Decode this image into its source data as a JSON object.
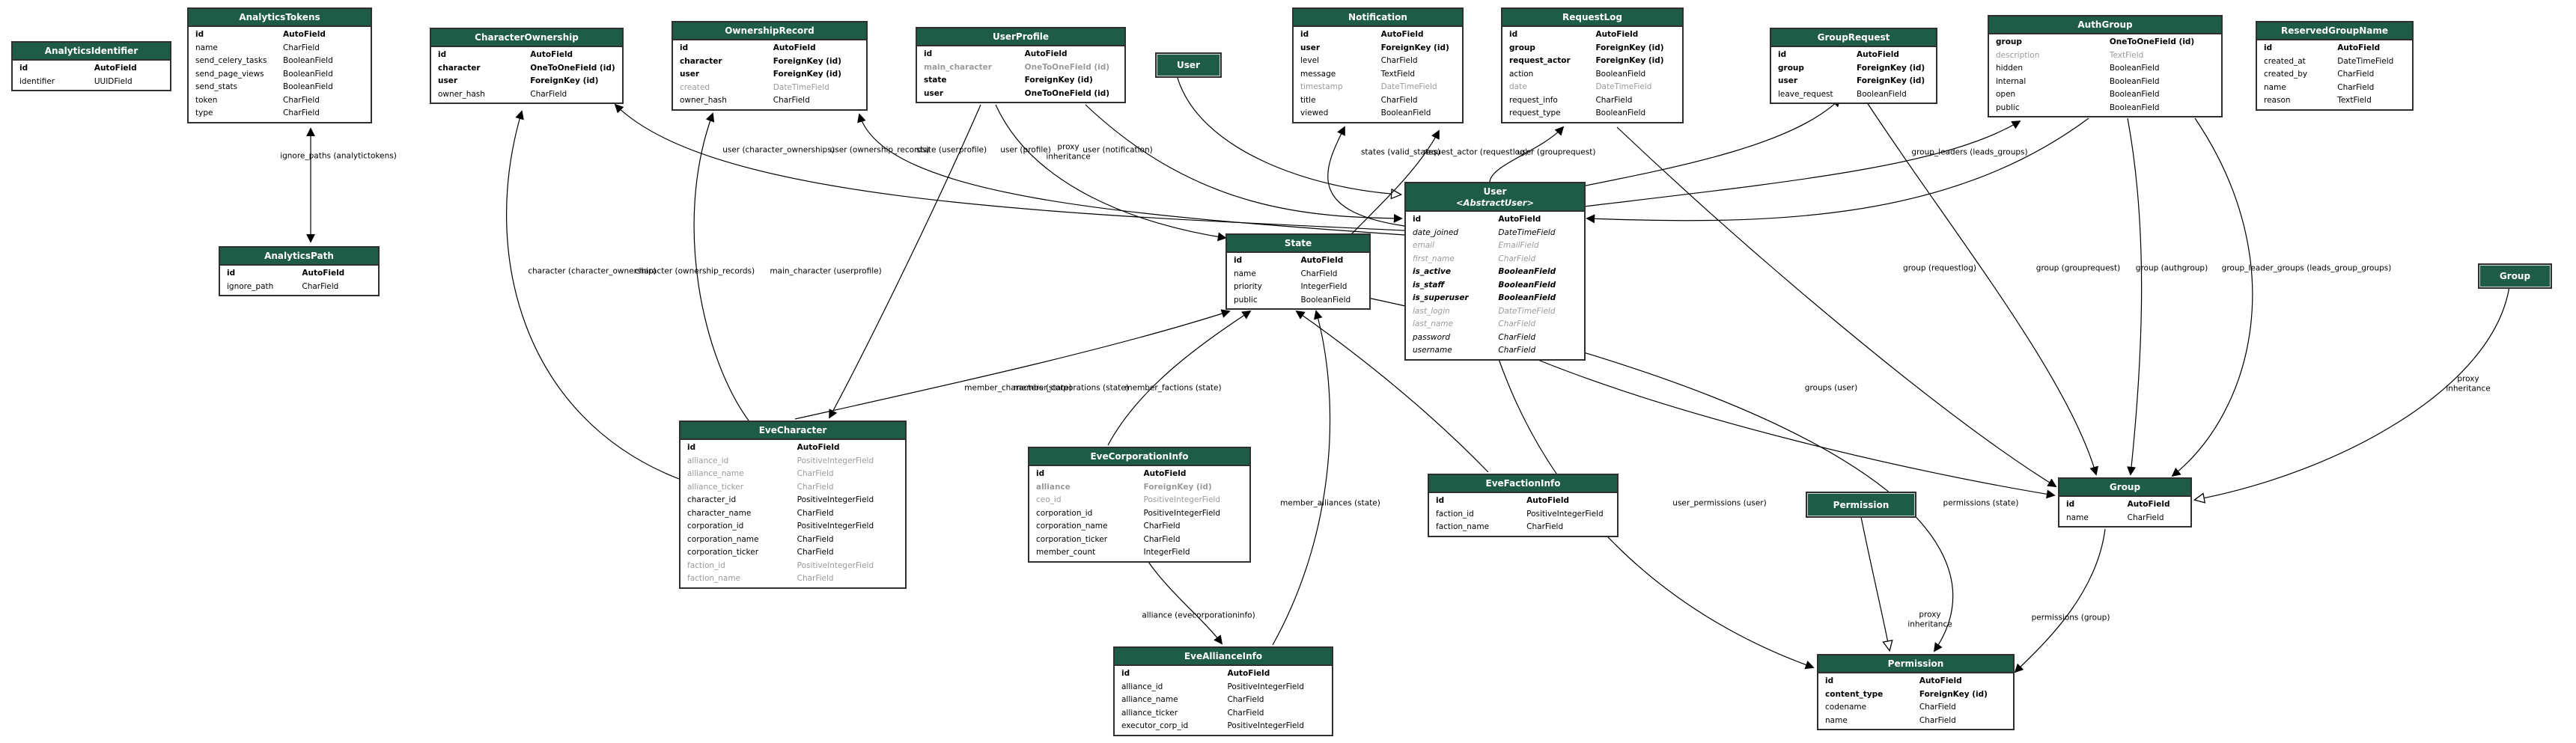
{
  "colors": {
    "header_bg": "#1e5c48",
    "header_text": "#ffffff",
    "muted_text": "#9a9a9a",
    "edge": "#000000"
  },
  "entities": {
    "analytics_identifier": {
      "title": "AnalyticsIdentifier",
      "fields": [
        {
          "name": "id",
          "type": "AutoField",
          "style": "bold"
        },
        {
          "name": "identifier",
          "type": "UUIDField",
          "style": "normal"
        }
      ]
    },
    "analytics_tokens": {
      "title": "AnalyticsTokens",
      "fields": [
        {
          "name": "id",
          "type": "AutoField",
          "style": "bold"
        },
        {
          "name": "name",
          "type": "CharField",
          "style": "normal"
        },
        {
          "name": "send_celery_tasks",
          "type": "BooleanField",
          "style": "normal"
        },
        {
          "name": "send_page_views",
          "type": "BooleanField",
          "style": "normal"
        },
        {
          "name": "send_stats",
          "type": "BooleanField",
          "style": "normal"
        },
        {
          "name": "token",
          "type": "CharField",
          "style": "normal"
        },
        {
          "name": "type",
          "type": "CharField",
          "style": "normal"
        }
      ]
    },
    "character_ownership": {
      "title": "CharacterOwnership",
      "fields": [
        {
          "name": "id",
          "type": "AutoField",
          "style": "bold"
        },
        {
          "name": "character",
          "type": "OneToOneField (id)",
          "style": "bold"
        },
        {
          "name": "user",
          "type": "ForeignKey (id)",
          "style": "bold"
        },
        {
          "name": "owner_hash",
          "type": "CharField",
          "style": "normal"
        }
      ]
    },
    "ownership_record": {
      "title": "OwnershipRecord",
      "fields": [
        {
          "name": "id",
          "type": "AutoField",
          "style": "bold"
        },
        {
          "name": "character",
          "type": "ForeignKey (id)",
          "style": "bold"
        },
        {
          "name": "user",
          "type": "ForeignKey (id)",
          "style": "bold"
        },
        {
          "name": "created",
          "type": "DateTimeField",
          "style": "gray"
        },
        {
          "name": "owner_hash",
          "type": "CharField",
          "style": "normal"
        }
      ]
    },
    "user_profile": {
      "title": "UserProfile",
      "fields": [
        {
          "name": "id",
          "type": "AutoField",
          "style": "bold"
        },
        {
          "name": "main_character",
          "type": "OneToOneField (id)",
          "style": "gray-bold"
        },
        {
          "name": "state",
          "type": "ForeignKey (id)",
          "style": "bold"
        },
        {
          "name": "user",
          "type": "OneToOneField (id)",
          "style": "bold"
        }
      ]
    },
    "notification": {
      "title": "Notification",
      "fields": [
        {
          "name": "id",
          "type": "AutoField",
          "style": "bold"
        },
        {
          "name": "user",
          "type": "ForeignKey (id)",
          "style": "bold"
        },
        {
          "name": "level",
          "type": "CharField",
          "style": "normal"
        },
        {
          "name": "message",
          "type": "TextField",
          "style": "normal"
        },
        {
          "name": "timestamp",
          "type": "DateTimeField",
          "style": "gray"
        },
        {
          "name": "title",
          "type": "CharField",
          "style": "normal"
        },
        {
          "name": "viewed",
          "type": "BooleanField",
          "style": "normal"
        }
      ]
    },
    "request_log": {
      "title": "RequestLog",
      "fields": [
        {
          "name": "id",
          "type": "AutoField",
          "style": "bold"
        },
        {
          "name": "group",
          "type": "ForeignKey (id)",
          "style": "bold"
        },
        {
          "name": "request_actor",
          "type": "ForeignKey (id)",
          "style": "bold"
        },
        {
          "name": "action",
          "type": "BooleanField",
          "style": "normal"
        },
        {
          "name": "date",
          "type": "DateTimeField",
          "style": "gray"
        },
        {
          "name": "request_info",
          "type": "CharField",
          "style": "normal"
        },
        {
          "name": "request_type",
          "type": "BooleanField",
          "style": "normal"
        }
      ]
    },
    "group_request": {
      "title": "GroupRequest",
      "fields": [
        {
          "name": "id",
          "type": "AutoField",
          "style": "bold"
        },
        {
          "name": "group",
          "type": "ForeignKey (id)",
          "style": "bold"
        },
        {
          "name": "user",
          "type": "ForeignKey (id)",
          "style": "bold"
        },
        {
          "name": "leave_request",
          "type": "BooleanField",
          "style": "normal"
        }
      ]
    },
    "auth_group": {
      "title": "AuthGroup",
      "fields": [
        {
          "name": "group",
          "type": "OneToOneField (id)",
          "style": "bold"
        },
        {
          "name": "description",
          "type": "TextField",
          "style": "gray"
        },
        {
          "name": "hidden",
          "type": "BooleanField",
          "style": "normal"
        },
        {
          "name": "internal",
          "type": "BooleanField",
          "style": "normal"
        },
        {
          "name": "open",
          "type": "BooleanField",
          "style": "normal"
        },
        {
          "name": "public",
          "type": "BooleanField",
          "style": "normal"
        }
      ]
    },
    "reserved_group_name": {
      "title": "ReservedGroupName",
      "fields": [
        {
          "name": "id",
          "type": "AutoField",
          "style": "bold"
        },
        {
          "name": "created_at",
          "type": "DateTimeField",
          "style": "normal"
        },
        {
          "name": "created_by",
          "type": "CharField",
          "style": "normal"
        },
        {
          "name": "name",
          "type": "CharField",
          "style": "normal"
        },
        {
          "name": "reason",
          "type": "TextField",
          "style": "normal"
        }
      ]
    },
    "analytics_path": {
      "title": "AnalyticsPath",
      "fields": [
        {
          "name": "id",
          "type": "AutoField",
          "style": "bold"
        },
        {
          "name": "ignore_path",
          "type": "CharField",
          "style": "normal"
        }
      ]
    },
    "state": {
      "title": "State",
      "fields": [
        {
          "name": "id",
          "type": "AutoField",
          "style": "bold"
        },
        {
          "name": "name",
          "type": "CharField",
          "style": "normal"
        },
        {
          "name": "priority",
          "type": "IntegerField",
          "style": "normal"
        },
        {
          "name": "public",
          "type": "BooleanField",
          "style": "normal"
        }
      ]
    },
    "user_abstract": {
      "title": "User",
      "subtitle": "<AbstractUser>",
      "fields": [
        {
          "name": "id",
          "type": "AutoField",
          "style": "bold"
        },
        {
          "name": "date_joined",
          "type": "DateTimeField",
          "style": "italic"
        },
        {
          "name": "email",
          "type": "EmailField",
          "style": "gray-italic"
        },
        {
          "name": "first_name",
          "type": "CharField",
          "style": "gray-italic"
        },
        {
          "name": "is_active",
          "type": "BooleanField",
          "style": "bold-italic"
        },
        {
          "name": "is_staff",
          "type": "BooleanField",
          "style": "bold-italic"
        },
        {
          "name": "is_superuser",
          "type": "BooleanField",
          "style": "bold-italic"
        },
        {
          "name": "last_login",
          "type": "DateTimeField",
          "style": "gray-italic"
        },
        {
          "name": "last_name",
          "type": "CharField",
          "style": "gray-italic"
        },
        {
          "name": "password",
          "type": "CharField",
          "style": "italic"
        },
        {
          "name": "username",
          "type": "CharField",
          "style": "italic"
        }
      ]
    },
    "eve_character": {
      "title": "EveCharacter",
      "fields": [
        {
          "name": "id",
          "type": "AutoField",
          "style": "bold"
        },
        {
          "name": "alliance_id",
          "type": "PositiveIntegerField",
          "style": "gray"
        },
        {
          "name": "alliance_name",
          "type": "CharField",
          "style": "gray"
        },
        {
          "name": "alliance_ticker",
          "type": "CharField",
          "style": "gray"
        },
        {
          "name": "character_id",
          "type": "PositiveIntegerField",
          "style": "normal"
        },
        {
          "name": "character_name",
          "type": "CharField",
          "style": "normal"
        },
        {
          "name": "corporation_id",
          "type": "PositiveIntegerField",
          "style": "normal"
        },
        {
          "name": "corporation_name",
          "type": "CharField",
          "style": "normal"
        },
        {
          "name": "corporation_ticker",
          "type": "CharField",
          "style": "normal"
        },
        {
          "name": "faction_id",
          "type": "PositiveIntegerField",
          "style": "gray"
        },
        {
          "name": "faction_name",
          "type": "CharField",
          "style": "gray"
        }
      ]
    },
    "eve_corporation_info": {
      "title": "EveCorporationInfo",
      "fields": [
        {
          "name": "id",
          "type": "AutoField",
          "style": "bold"
        },
        {
          "name": "alliance",
          "type": "ForeignKey (id)",
          "style": "gray-bold"
        },
        {
          "name": "ceo_id",
          "type": "PositiveIntegerField",
          "style": "gray"
        },
        {
          "name": "corporation_id",
          "type": "PositiveIntegerField",
          "style": "normal"
        },
        {
          "name": "corporation_name",
          "type": "CharField",
          "style": "normal"
        },
        {
          "name": "corporation_ticker",
          "type": "CharField",
          "style": "normal"
        },
        {
          "name": "member_count",
          "type": "IntegerField",
          "style": "normal"
        }
      ]
    },
    "eve_faction_info": {
      "title": "EveFactionInfo",
      "fields": [
        {
          "name": "id",
          "type": "AutoField",
          "style": "bold"
        },
        {
          "name": "faction_id",
          "type": "PositiveIntegerField",
          "style": "normal"
        },
        {
          "name": "faction_name",
          "type": "CharField",
          "style": "normal"
        }
      ]
    },
    "group_table": {
      "title": "Group",
      "fields": [
        {
          "name": "id",
          "type": "AutoField",
          "style": "bold"
        },
        {
          "name": "name",
          "type": "CharField",
          "style": "normal"
        }
      ]
    },
    "eve_alliance_info": {
      "title": "EveAllianceInfo",
      "fields": [
        {
          "name": "id",
          "type": "AutoField",
          "style": "bold"
        },
        {
          "name": "alliance_id",
          "type": "PositiveIntegerField",
          "style": "normal"
        },
        {
          "name": "alliance_name",
          "type": "CharField",
          "style": "normal"
        },
        {
          "name": "alliance_ticker",
          "type": "CharField",
          "style": "normal"
        },
        {
          "name": "executor_corp_id",
          "type": "PositiveIntegerField",
          "style": "normal"
        }
      ]
    },
    "permission_table": {
      "title": "Permission",
      "fields": [
        {
          "name": "id",
          "type": "AutoField",
          "style": "bold"
        },
        {
          "name": "content_type",
          "type": "ForeignKey (id)",
          "style": "bold"
        },
        {
          "name": "codename",
          "type": "CharField",
          "style": "normal"
        },
        {
          "name": "name",
          "type": "CharField",
          "style": "normal"
        }
      ]
    }
  },
  "proxies": {
    "user_proxy": {
      "title": "User"
    },
    "permission_proxy": {
      "title": "Permission"
    },
    "group_proxy": {
      "title": "Group"
    }
  },
  "edge_labels": {
    "ignore_paths": {
      "text": "ignore_paths (analytictokens)"
    },
    "user_character_ownerships": {
      "text": "user (character_ownerships)"
    },
    "user_ownership_records": {
      "text": "user (ownership_records)"
    },
    "state_userprofile": {
      "text": "state (userprofile)"
    },
    "user_profile": {
      "text": "user (profile)"
    },
    "proxy_inheritance_user": {
      "text": "proxy\ninheritance"
    },
    "user_notification": {
      "text": "user (notification)"
    },
    "states_valid_states": {
      "text": "states (valid_states)"
    },
    "request_actor_requestlog": {
      "text": "request_actor (requestlog)"
    },
    "user_grouprequest": {
      "text": "user (grouprequest)"
    },
    "group_leaders_leads_groups": {
      "text": "group_leaders (leads_groups)"
    },
    "character_character_ownership": {
      "text": "character (character_ownership)"
    },
    "character_ownership_records": {
      "text": "character (ownership_records)"
    },
    "main_character_userprofile": {
      "text": "main_character (userprofile)"
    },
    "group_requestlog": {
      "text": "group (requestlog)"
    },
    "group_grouprequest": {
      "text": "group (grouprequest)"
    },
    "group_authgroup": {
      "text": "group (authgroup)"
    },
    "group_leader_groups": {
      "text": "group_leader_groups (leads_group_groups)"
    },
    "member_characters_state": {
      "text": "member_characters (state)"
    },
    "member_corporations_state": {
      "text": "member_corporations (state)"
    },
    "member_factions_state": {
      "text": "member_factions (state)"
    },
    "groups_user": {
      "text": "groups (user)"
    },
    "proxy_inheritance_group": {
      "text": "proxy\ninheritance"
    },
    "member_alliances_state": {
      "text": "member_alliances (state)"
    },
    "user_permissions_user": {
      "text": "user_permissions (user)"
    },
    "permissions_state": {
      "text": "permissions (state)"
    },
    "alliance_evecorporationinfo": {
      "text": "alliance (evecorporationinfo)"
    },
    "proxy_inheritance_permission": {
      "text": "proxy\ninheritance"
    },
    "permissions_group": {
      "text": "permissions (group)"
    }
  }
}
